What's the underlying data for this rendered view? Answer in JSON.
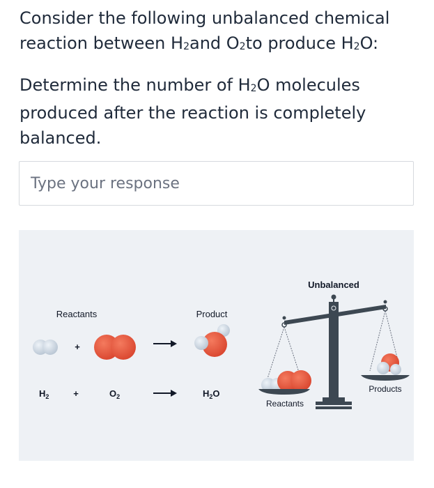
{
  "question": {
    "line1_a": "Consider the following unbalanced chemical reaction between H",
    "line1_h2_sub": "2",
    "line1_b": "and O",
    "line1_o2_sub": "2",
    "line1_c": "to produce H",
    "line1_h2o_sub": "2",
    "line1_d": "O:",
    "line2_a": "Determine the number of H",
    "line2_sub": "2",
    "line2_b": "O molecules produced after the reaction is completely balanced."
  },
  "response": {
    "placeholder": "Type your response"
  },
  "figure": {
    "reactants_label": "Reactants",
    "product_label": "Product",
    "plus": "+",
    "eq_h2": "H",
    "eq_h2_sub": "2",
    "eq_o2": "O",
    "eq_o2_sub": "2",
    "eq_h2o_a": "H",
    "eq_h2o_sub": "2",
    "eq_h2o_b": "O",
    "scale_status": "Unbalanced",
    "scale_left_label": "Reactants",
    "scale_right_label": "Products",
    "colors": {
      "oxygen": "#e8523a",
      "hydrogen": "#c9d4df",
      "scale": "#3d4852",
      "panel": "#eef1f5"
    }
  }
}
